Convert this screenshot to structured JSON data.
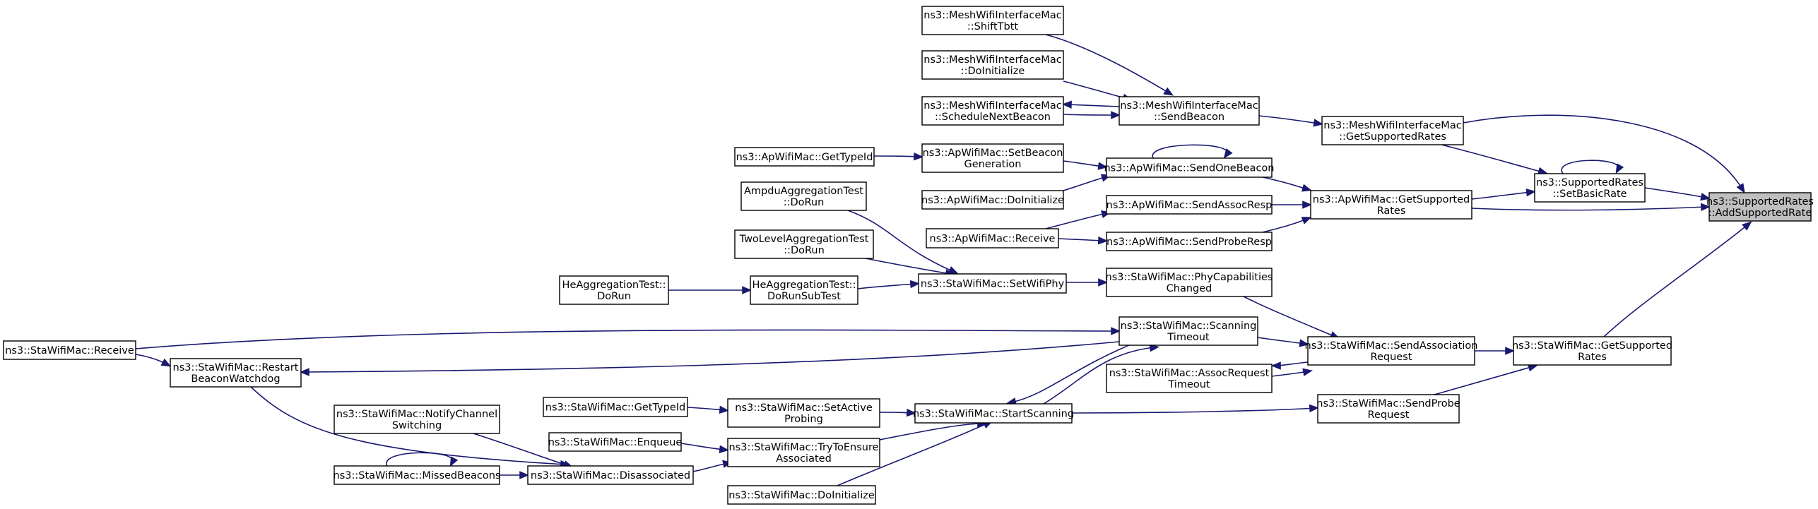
{
  "diagram": {
    "colors": {
      "edge": "#191970",
      "node_border": "#000000",
      "node_fill": "#ffffff",
      "target_fill": "#bfbfbf"
    },
    "nodes": [
      {
        "id": "n0",
        "lines": [
          "ns3::SupportedRates",
          "::AddSupportedRate"
        ],
        "target": true
      },
      {
        "id": "n1",
        "lines": [
          "ns3::MeshWifiInterfaceMac",
          "::GetSupportedRates"
        ]
      },
      {
        "id": "n2",
        "lines": [
          "ns3::MeshWifiInterfaceMac",
          "::SendBeacon"
        ]
      },
      {
        "id": "n3",
        "lines": [
          "ns3::MeshWifiInterfaceMac",
          "::ShiftTbtt"
        ]
      },
      {
        "id": "n4",
        "lines": [
          "ns3::MeshWifiInterfaceMac",
          "::DoInitialize"
        ]
      },
      {
        "id": "n5",
        "lines": [
          "ns3::MeshWifiInterfaceMac",
          "::ScheduleNextBeacon"
        ]
      },
      {
        "id": "n6",
        "lines": [
          "ns3::SupportedRates",
          "::SetBasicRate"
        ]
      },
      {
        "id": "n7",
        "lines": [
          "ns3::ApWifiMac::GetSupported",
          "Rates"
        ]
      },
      {
        "id": "n8",
        "lines": [
          "ns3::ApWifiMac::SendOneBeacon"
        ]
      },
      {
        "id": "n9",
        "lines": [
          "ns3::ApWifiMac::SetBeacon",
          "Generation"
        ]
      },
      {
        "id": "n10",
        "lines": [
          "ns3::ApWifiMac::GetTypeId"
        ]
      },
      {
        "id": "n11",
        "lines": [
          "ns3::ApWifiMac::DoInitialize"
        ]
      },
      {
        "id": "n12",
        "lines": [
          "ns3::ApWifiMac::SendAssocResp"
        ]
      },
      {
        "id": "n13",
        "lines": [
          "ns3::ApWifiMac::Receive"
        ]
      },
      {
        "id": "n14",
        "lines": [
          "ns3::ApWifiMac::SendProbeResp"
        ]
      },
      {
        "id": "n15",
        "lines": [
          "ns3::StaWifiMac::GetSupported",
          "Rates"
        ]
      },
      {
        "id": "n16",
        "lines": [
          "ns3::StaWifiMac::SendAssociation",
          "Request"
        ]
      },
      {
        "id": "n17",
        "lines": [
          "ns3::StaWifiMac::PhyCapabilities",
          "Changed"
        ]
      },
      {
        "id": "n18",
        "lines": [
          "ns3::StaWifiMac::SetWifiPhy"
        ]
      },
      {
        "id": "n19",
        "lines": [
          "AmpduAggregationTest",
          "::DoRun"
        ]
      },
      {
        "id": "n20",
        "lines": [
          "TwoLevelAggregationTest",
          "::DoRun"
        ]
      },
      {
        "id": "n21",
        "lines": [
          "HeAggregationTest::",
          "DoRunSubTest"
        ]
      },
      {
        "id": "n22",
        "lines": [
          "HeAggregationTest::",
          "DoRun"
        ]
      },
      {
        "id": "n23",
        "lines": [
          "ns3::StaWifiMac::Scanning",
          "Timeout"
        ]
      },
      {
        "id": "n24",
        "lines": [
          "ns3::StaWifiMac::Receive"
        ]
      },
      {
        "id": "n25",
        "lines": [
          "ns3::StaWifiMac::Restart",
          "BeaconWatchdog"
        ]
      },
      {
        "id": "n26",
        "lines": [
          "ns3::StaWifiMac::AssocRequest",
          "Timeout"
        ]
      },
      {
        "id": "n27",
        "lines": [
          "ns3::StaWifiMac::StartScanning"
        ]
      },
      {
        "id": "n28",
        "lines": [
          "ns3::StaWifiMac::SetActive",
          "Probing"
        ]
      },
      {
        "id": "n29",
        "lines": [
          "ns3::StaWifiMac::GetTypeId"
        ]
      },
      {
        "id": "n30",
        "lines": [
          "ns3::StaWifiMac::TryToEnsure",
          "Associated"
        ]
      },
      {
        "id": "n31",
        "lines": [
          "ns3::StaWifiMac::Enqueue"
        ]
      },
      {
        "id": "n32",
        "lines": [
          "ns3::StaWifiMac::Disassociated"
        ]
      },
      {
        "id": "n33",
        "lines": [
          "ns3::StaWifiMac::MissedBeacons"
        ]
      },
      {
        "id": "n34",
        "lines": [
          "ns3::StaWifiMac::NotifyChannel",
          "Switching"
        ]
      },
      {
        "id": "n35",
        "lines": [
          "ns3::StaWifiMac::DoInitialize"
        ]
      },
      {
        "id": "n36",
        "lines": [
          "ns3::StaWifiMac::SendProbe",
          "Request"
        ]
      }
    ],
    "edges": [
      {
        "from": "n1",
        "to": "n0"
      },
      {
        "from": "n6",
        "to": "n0"
      },
      {
        "from": "n7",
        "to": "n0"
      },
      {
        "from": "n15",
        "to": "n0"
      },
      {
        "from": "n2",
        "to": "n1"
      },
      {
        "from": "n3",
        "to": "n2"
      },
      {
        "from": "n4",
        "to": "n2"
      },
      {
        "from": "n2",
        "to": "n5"
      },
      {
        "from": "n5",
        "to": "n2"
      },
      {
        "from": "n1",
        "to": "n6"
      },
      {
        "from": "n6",
        "to": "n6"
      },
      {
        "from": "n7",
        "to": "n6"
      },
      {
        "from": "n8",
        "to": "n7"
      },
      {
        "from": "n12",
        "to": "n7"
      },
      {
        "from": "n14",
        "to": "n7"
      },
      {
        "from": "n8",
        "to": "n8"
      },
      {
        "from": "n9",
        "to": "n8"
      },
      {
        "from": "n11",
        "to": "n8"
      },
      {
        "from": "n10",
        "to": "n9"
      },
      {
        "from": "n13",
        "to": "n12"
      },
      {
        "from": "n13",
        "to": "n14"
      },
      {
        "from": "n16",
        "to": "n15"
      },
      {
        "from": "n36",
        "to": "n15"
      },
      {
        "from": "n17",
        "to": "n16"
      },
      {
        "from": "n23",
        "to": "n16"
      },
      {
        "from": "n26",
        "to": "n16"
      },
      {
        "from": "n16",
        "to": "n26"
      },
      {
        "from": "n18",
        "to": "n17"
      },
      {
        "from": "n19",
        "to": "n18"
      },
      {
        "from": "n20",
        "to": "n18"
      },
      {
        "from": "n21",
        "to": "n18"
      },
      {
        "from": "n22",
        "to": "n21"
      },
      {
        "from": "n24",
        "to": "n23"
      },
      {
        "from": "n27",
        "to": "n23"
      },
      {
        "from": "n23",
        "to": "n27"
      },
      {
        "from": "n24",
        "to": "n25"
      },
      {
        "from": "n23",
        "to": "n25"
      },
      {
        "from": "n27",
        "to": "n36"
      },
      {
        "from": "n28",
        "to": "n27"
      },
      {
        "from": "n30",
        "to": "n27"
      },
      {
        "from": "n35",
        "to": "n27"
      },
      {
        "from": "n29",
        "to": "n28"
      },
      {
        "from": "n31",
        "to": "n30"
      },
      {
        "from": "n32",
        "to": "n30"
      },
      {
        "from": "n33",
        "to": "n32"
      },
      {
        "from": "n34",
        "to": "n32"
      },
      {
        "from": "n25",
        "to": "n32"
      },
      {
        "from": "n33",
        "to": "n33"
      }
    ]
  }
}
